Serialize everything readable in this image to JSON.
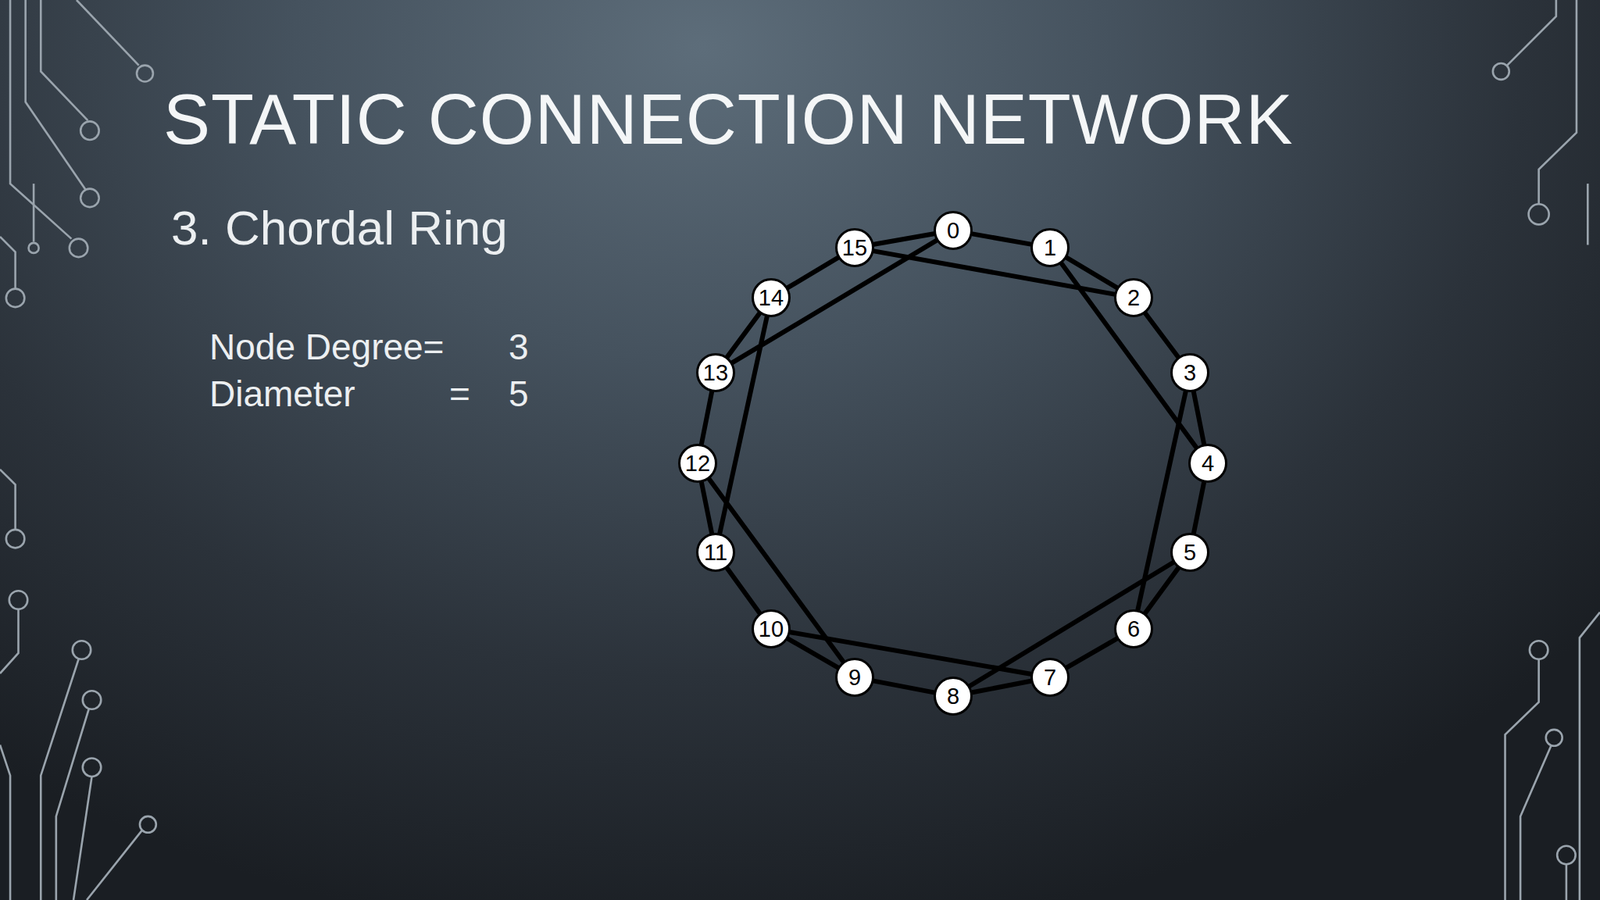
{
  "diagram": {
    "title": "STATIC CONNECTION NETWORK",
    "nodes": [
      {
        "text": [
          "0"
        ]
      },
      {
        "text": [
          "1"
        ]
      },
      {
        "text": [
          "2"
        ]
      },
      {
        "text": [
          "3"
        ]
      },
      {
        "text": [
          "4"
        ]
      },
      {
        "text": [
          "5"
        ]
      },
      {
        "text": [
          "6"
        ]
      },
      {
        "text": [
          "7"
        ]
      },
      {
        "text": [
          "8"
        ]
      },
      {
        "text": [
          "9"
        ]
      },
      {
        "text": [
          "10"
        ]
      },
      {
        "text": [
          "11"
        ]
      },
      {
        "text": [
          "12"
        ]
      },
      {
        "text": [
          "13"
        ]
      },
      {
        "text": [
          "14"
        ]
      },
      {
        "text": [
          "15"
        ]
      }
    ],
    "edges": [
      {
        "from": 0,
        "to": 1,
        "arrow": "none"
      },
      {
        "from": 1,
        "to": 2,
        "arrow": "none"
      },
      {
        "from": 2,
        "to": 3,
        "arrow": "none"
      },
      {
        "from": 3,
        "to": 4,
        "arrow": "none"
      },
      {
        "from": 4,
        "to": 5,
        "arrow": "none"
      },
      {
        "from": 5,
        "to": 6,
        "arrow": "none"
      },
      {
        "from": 6,
        "to": 7,
        "arrow": "none"
      },
      {
        "from": 7,
        "to": 8,
        "arrow": "none"
      },
      {
        "from": 8,
        "to": 9,
        "arrow": "none"
      },
      {
        "from": 9,
        "to": 10,
        "arrow": "none"
      },
      {
        "from": 10,
        "to": 11,
        "arrow": "none"
      },
      {
        "from": 11,
        "to": 12,
        "arrow": "none"
      },
      {
        "from": 12,
        "to": 13,
        "arrow": "none"
      },
      {
        "from": 13,
        "to": 14,
        "arrow": "none"
      },
      {
        "from": 14,
        "to": 15,
        "arrow": "none"
      },
      {
        "from": 15,
        "to": 0,
        "arrow": "none"
      },
      {
        "from": 0,
        "to": 13,
        "arrow": "none"
      },
      {
        "from": 15,
        "to": 2,
        "arrow": "none"
      },
      {
        "from": 1,
        "to": 4,
        "arrow": "none"
      },
      {
        "from": 3,
        "to": 6,
        "arrow": "none"
      },
      {
        "from": 5,
        "to": 8,
        "arrow": "none"
      },
      {
        "from": 7,
        "to": 10,
        "arrow": "none"
      },
      {
        "from": 9,
        "to": 12,
        "arrow": "none"
      },
      {
        "from": 11,
        "to": 14,
        "arrow": "none"
      }
    ],
    "labels": [
      "3. Chordal Ring",
      "Node Degree=",
      "3",
      "Diameter",
      "=",
      "5"
    ]
  }
}
